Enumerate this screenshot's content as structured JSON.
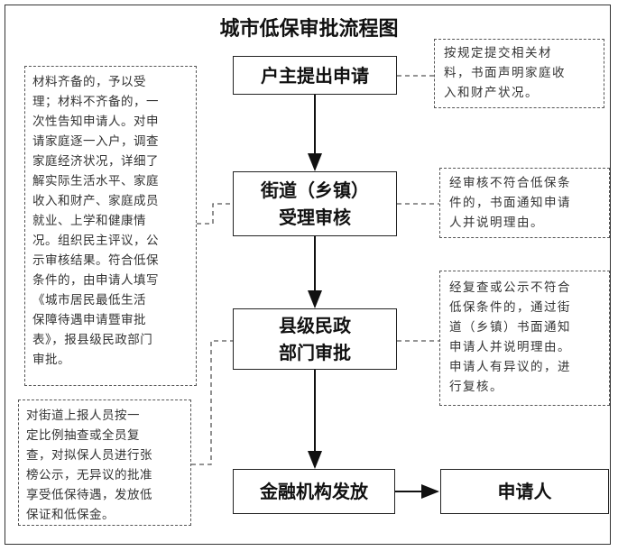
{
  "title": "城市低保审批流程图",
  "steps": [
    {
      "lines": [
        "户主提出申请"
      ]
    },
    {
      "lines": [
        "街道（乡镇）",
        "受理审核"
      ]
    },
    {
      "lines": [
        "县级民政",
        "部门审批"
      ]
    },
    {
      "lines": [
        "金融机构发放"
      ]
    },
    {
      "lines": [
        "申请人"
      ]
    }
  ],
  "notes": {
    "right1": [
      "按规定提交相关材",
      "料，书面声明家庭收",
      "入和财产状况。"
    ],
    "right2": [
      "经审核不符合低保条",
      "件的，书面通知申请",
      "人并说明理由。"
    ],
    "right3": [
      "经复查或公示不符合",
      "低保条件的，通过街",
      "道（乡镇）书面通知",
      "申请人并说明理由。",
      "申请人有异议的，进",
      "行复核。"
    ],
    "left1": [
      "材料齐备的，予以受",
      "理；材料不齐备的，一",
      "次性告知申请人。对申",
      "请家庭逐一入户，调查",
      "家庭经济状况，详细了",
      "解实际生活水平、家庭",
      "收入和财产、家庭成员",
      "就业、上学和健康情",
      "况。组织民主评议，公",
      "示审核结果。符合低保",
      "条件的，由申请人填写",
      "《城市居民最低生活",
      "保障待遇申请暨审批",
      "表》，报县级民政部门",
      "审批。"
    ],
    "left2": [
      "对街道上报人员按一",
      "定比例抽查或全员复",
      "查，对拟保人员进行张",
      "榜公示，无异议的批准",
      "享受低保待遇，发放低",
      "保证和低保金。"
    ]
  }
}
